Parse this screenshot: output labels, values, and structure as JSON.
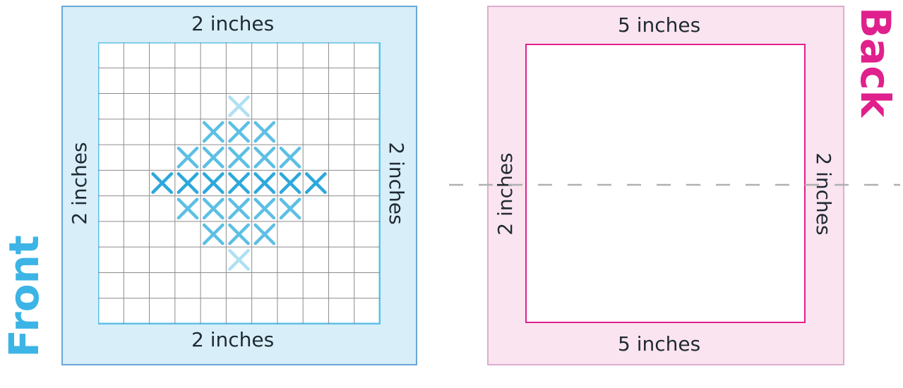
{
  "front": {
    "title": "Front",
    "top_label": "2 inches",
    "bottom_label": "2 inches",
    "left_label": "2 inches",
    "right_label": "2 inches"
  },
  "back": {
    "title": "Back",
    "top_label": "5 inches",
    "bottom_label": "5 inches",
    "left_label": "2 inches",
    "right_label": "2 inches"
  },
  "colors": {
    "front_accent": "#3cb4e6",
    "back_accent": "#e0208c",
    "front_panel": "#d8eef8",
    "back_panel": "#fae4ef",
    "stitch": "#2ea8dc",
    "dashed_line": "#b0b0b0"
  },
  "pattern": {
    "grid_cells": 11,
    "stitches": [
      {
        "row": 2,
        "col": 5,
        "shade": "light"
      },
      {
        "row": 3,
        "col": 4,
        "shade": "medium"
      },
      {
        "row": 3,
        "col": 5,
        "shade": "medium"
      },
      {
        "row": 3,
        "col": 6,
        "shade": "medium"
      },
      {
        "row": 4,
        "col": 3,
        "shade": "medium"
      },
      {
        "row": 4,
        "col": 4,
        "shade": "medium"
      },
      {
        "row": 4,
        "col": 5,
        "shade": "medium"
      },
      {
        "row": 4,
        "col": 6,
        "shade": "medium"
      },
      {
        "row": 4,
        "col": 7,
        "shade": "medium"
      },
      {
        "row": 5,
        "col": 2,
        "shade": "dark"
      },
      {
        "row": 5,
        "col": 3,
        "shade": "dark"
      },
      {
        "row": 5,
        "col": 4,
        "shade": "dark"
      },
      {
        "row": 5,
        "col": 5,
        "shade": "dark"
      },
      {
        "row": 5,
        "col": 6,
        "shade": "dark"
      },
      {
        "row": 5,
        "col": 7,
        "shade": "dark"
      },
      {
        "row": 5,
        "col": 8,
        "shade": "dark"
      },
      {
        "row": 6,
        "col": 3,
        "shade": "medium"
      },
      {
        "row": 6,
        "col": 4,
        "shade": "medium"
      },
      {
        "row": 6,
        "col": 5,
        "shade": "medium"
      },
      {
        "row": 6,
        "col": 6,
        "shade": "medium"
      },
      {
        "row": 6,
        "col": 7,
        "shade": "medium"
      },
      {
        "row": 7,
        "col": 4,
        "shade": "medium"
      },
      {
        "row": 7,
        "col": 5,
        "shade": "medium"
      },
      {
        "row": 7,
        "col": 6,
        "shade": "medium"
      },
      {
        "row": 8,
        "col": 5,
        "shade": "light"
      }
    ]
  }
}
